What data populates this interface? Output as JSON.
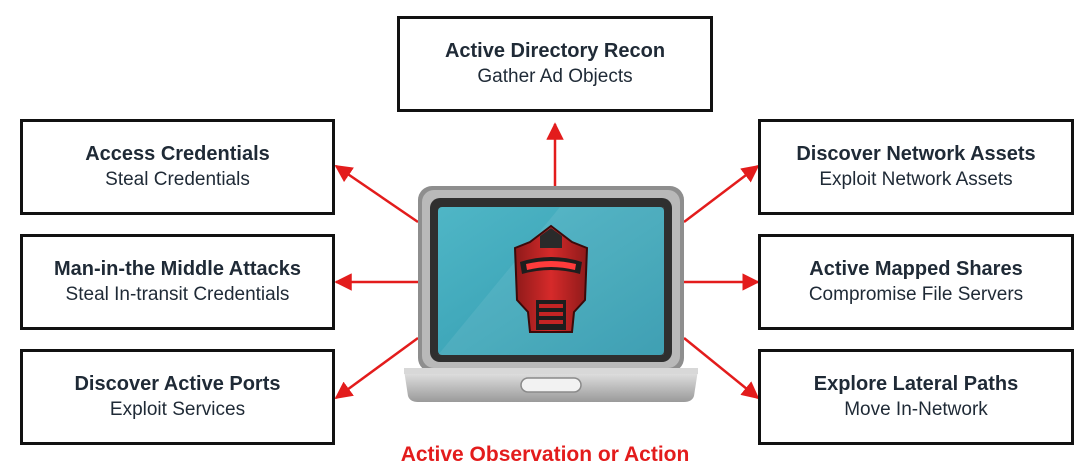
{
  "center_node": {
    "caption": "Active Observation or Action",
    "icon": "red-robot-helmet-on-laptop-icon"
  },
  "nodes": {
    "top": {
      "title": "Active Directory Recon",
      "subtitle": "Gather Ad Objects"
    },
    "left": [
      {
        "title": "Access Credentials",
        "subtitle": "Steal Credentials"
      },
      {
        "title": "Man-in-the Middle Attacks",
        "subtitle": "Steal In-transit Credentials"
      },
      {
        "title": "Discover Active Ports",
        "subtitle": "Exploit Services"
      }
    ],
    "right": [
      {
        "title": "Discover Network Assets",
        "subtitle": "Exploit Network Assets"
      },
      {
        "title": "Active Mapped Shares",
        "subtitle": "Compromise File Servers"
      },
      {
        "title": "Explore Lateral Paths",
        "subtitle": "Move In-Network"
      }
    ]
  },
  "colors": {
    "arrow": "#e31c1c",
    "caption": "#e31c1c",
    "box_border": "#111111",
    "text": "#1f2a36",
    "screen": "#3aa9bd"
  }
}
